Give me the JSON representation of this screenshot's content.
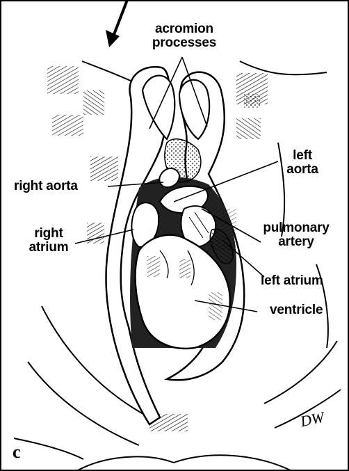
{
  "panel_letter": "c",
  "signature": "DW",
  "labels": {
    "acromion": [
      "acromion",
      "processes"
    ],
    "right_aorta": "right aorta",
    "left_aorta": [
      "left",
      "aorta"
    ],
    "right_atrium": [
      "right",
      "atrium"
    ],
    "pulmonary_artery": [
      "pulmonary",
      "artery"
    ],
    "left_atrium": "left atrium",
    "ventricle": "ventricle"
  },
  "colors": {
    "ink": "#000000",
    "paper": "#ffffff"
  }
}
